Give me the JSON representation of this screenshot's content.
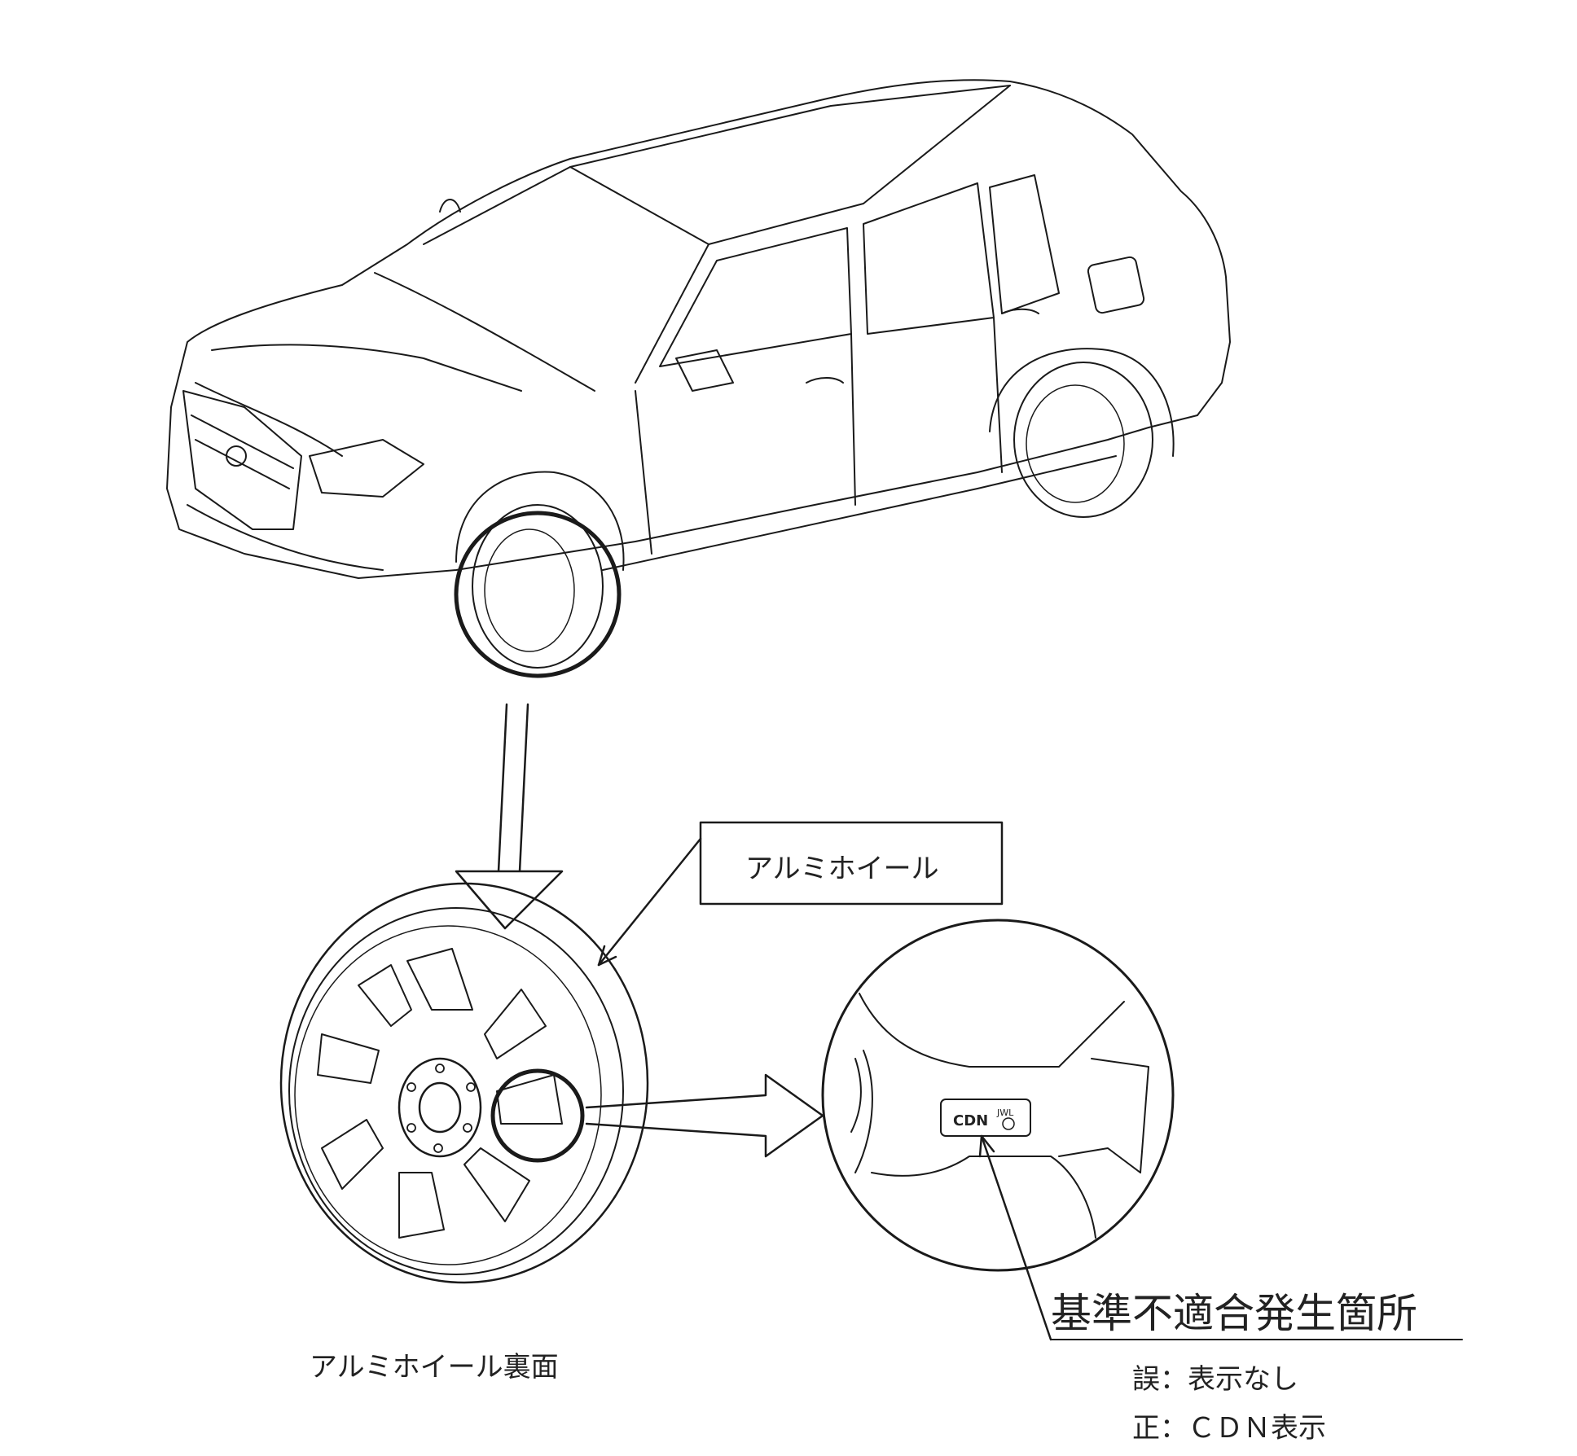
{
  "labels": {
    "wheel_callout": "アルミホイール",
    "wheel_back_caption": "アルミホイール裏面",
    "nonconformity_title": "基準不適合発生箇所",
    "wrong_line": "誤：表示なし",
    "correct_line": "正：ＣＤＮ表示"
  },
  "marking": {
    "code": "CDN",
    "mark": "JWL"
  },
  "colors": {
    "line": "#1a1a1a",
    "background": "#ffffff"
  }
}
